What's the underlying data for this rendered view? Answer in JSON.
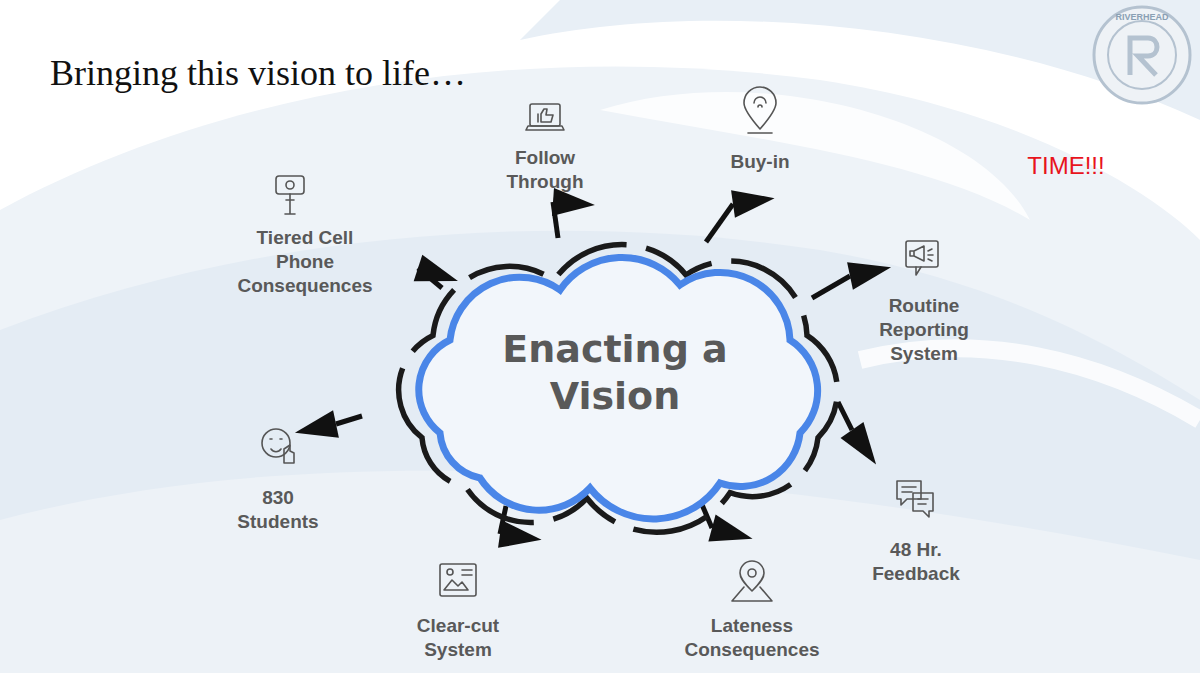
{
  "diagram": {
    "title": "Bringing this vision to life…",
    "nodes": [
      {
        "text": [
          "Enacting a Vision"
        ]
      }
    ],
    "labels": [
      "Tiered Cell Phone Consequences",
      "Follow Through",
      "Buy-in",
      "TIME!!!",
      "Routine Reporting System",
      "830 Students",
      "48 Hr. Feedback",
      "Clear-cut System",
      "Lateness Consequences",
      "RIVERHEAD"
    ]
  }
}
